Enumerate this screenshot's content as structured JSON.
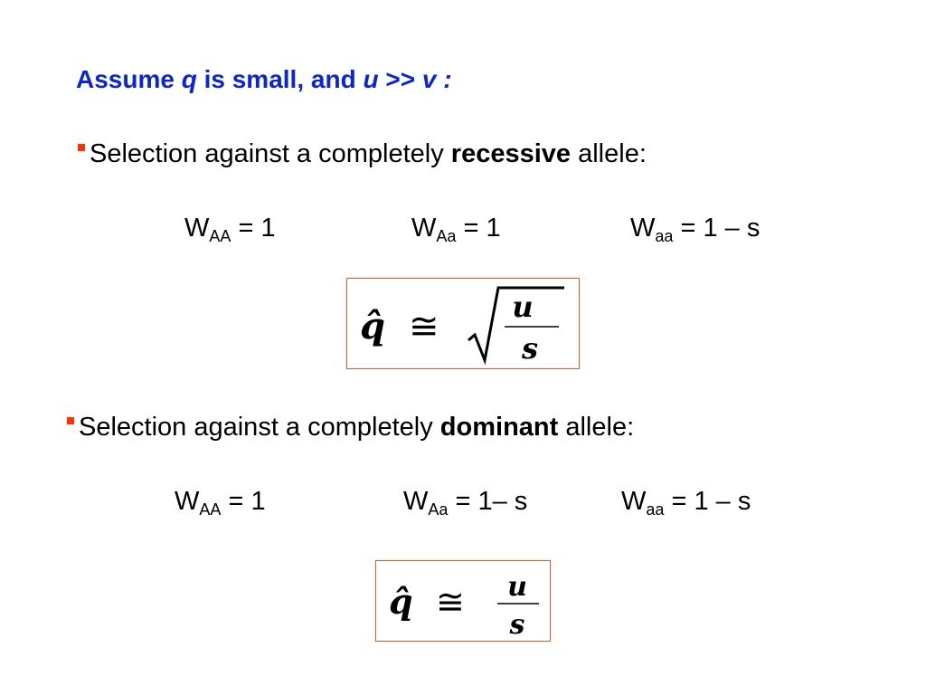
{
  "title": {
    "part1": "Assume ",
    "q": "q",
    "part2": " is small, and ",
    "u": "u",
    "part3": " >> ",
    "v": "v :"
  },
  "bullet1": {
    "prefix": "Selection against a completely ",
    "emphasis": "recessive",
    "suffix": " allele:"
  },
  "fitness1": {
    "w1": {
      "base": "W",
      "sub": "AA",
      "value": " = 1"
    },
    "w2": {
      "base": "W",
      "sub": "Aa",
      "value": " = 1"
    },
    "w3": {
      "base": "W",
      "sub": "aa",
      "value": " = 1 – s"
    }
  },
  "formula1": {
    "lhs": "q̂",
    "approx": "≅",
    "numerator": "u",
    "denominator": "s",
    "radical": "√"
  },
  "bullet2": {
    "prefix": "Selection against a completely ",
    "emphasis": "dominant",
    "suffix": " allele:"
  },
  "fitness2": {
    "w1": {
      "base": "W",
      "sub": "AA",
      "value": " = 1"
    },
    "w2": {
      "base": "W",
      "sub": "Aa",
      "value": " = 1– s"
    },
    "w3": {
      "base": "W",
      "sub": "aa",
      "value": " = 1 – s"
    }
  },
  "formula2": {
    "lhs": "q̂",
    "approx": "≅",
    "numerator": "u",
    "denominator": "s"
  },
  "colors": {
    "title": "#0a25d8",
    "bullet_marker": "#ff3300",
    "formula_border": "#e8552a"
  }
}
